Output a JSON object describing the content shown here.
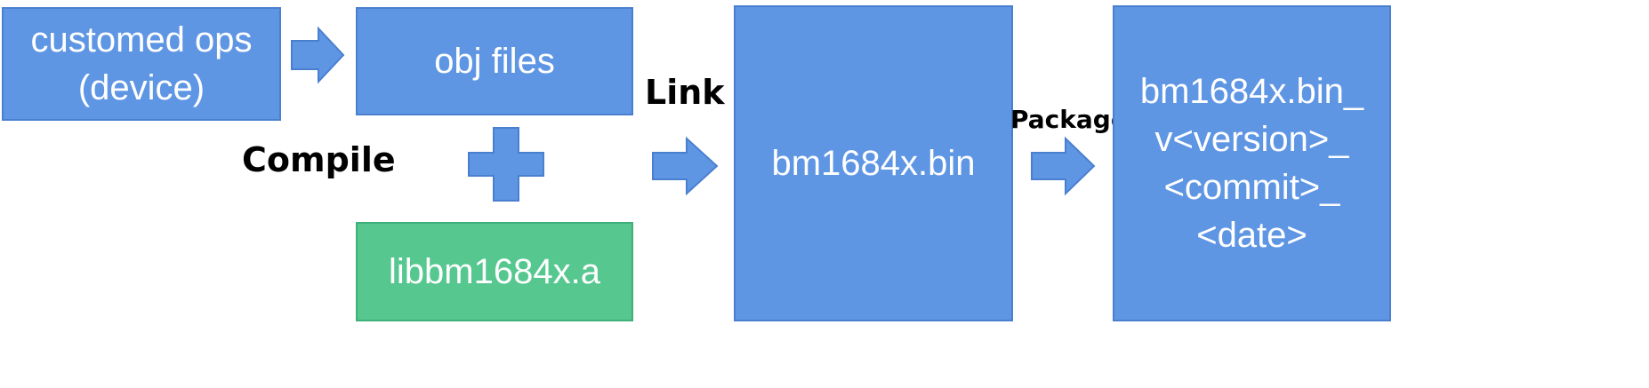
{
  "nodes": {
    "customed_ops": {
      "line1": "customed ops",
      "line2": "(device)"
    },
    "obj_files": {
      "label": "obj files"
    },
    "lib": {
      "label": "libbm1684x.a"
    },
    "bin": {
      "label": "bm1684x.bin"
    },
    "package_out": {
      "line1": "bm1684x.bin_",
      "line2": "v<version>_",
      "line3": "<commit>_",
      "line4": "<date>"
    }
  },
  "steps": {
    "compile": "Compile",
    "link": "Link",
    "package": "Package"
  },
  "colors": {
    "box_blue": "#5f96e4",
    "box_blue_border": "#4a7fd0",
    "box_green": "#55c78f",
    "text_on_box": "#ffffff",
    "step_label": "#000000"
  }
}
